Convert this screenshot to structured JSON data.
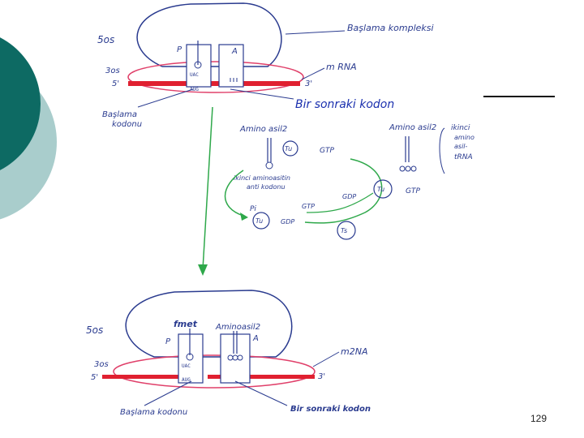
{
  "slide": {
    "page_number": "129",
    "overlay_label": "Bir sonraki kodon"
  },
  "colors": {
    "deco_dark": "#0d6a63",
    "deco_light": "#a9cdcc",
    "ink_blue": "#2a3b8f",
    "ink_red": "#e02030",
    "ink_pink": "#e0406a",
    "ink_green": "#2ea84a"
  },
  "top": {
    "label_50s": "5os",
    "label_30s": "3os",
    "label_5prime": "5'",
    "label_3prime": "3'",
    "site_p": "P",
    "site_a": "A",
    "anticodon": "UAC",
    "codon": "AUG",
    "complex_label": "Başlama kompleksi",
    "mrna_label": "m RNA",
    "start_codon_line1": "Başlama",
    "start_codon_line2": "kodonu"
  },
  "middle": {
    "aminoacyl_2_left": "Amino asil2",
    "aminoacyl_2_right": "Amino asil2",
    "second_aa_trna_line1": "ikinci",
    "second_aa_trna_line2": "amino",
    "second_aa_trna_line3": "asil-",
    "second_aa_trna_line4": "tRNA",
    "tu": "Tu",
    "ts": "Ts",
    "gtp": "GTP",
    "gdp": "GDP",
    "pi": "Pi",
    "second_aa_anticodon_line1": "ikinci aminoasitin",
    "second_aa_anticodon_line2": "anti kodonu"
  },
  "bottom": {
    "label_50s": "5os",
    "label_30s": "3os",
    "label_5prime": "5'",
    "label_3prime": "3'",
    "site_p": "P",
    "site_a": "A",
    "fmet": "fmet",
    "aminoacyl_2": "Aminoasil2",
    "anticodon": "UAC",
    "codon": "AUG",
    "mrna_label": "m2NA",
    "start_codon": "Başlama kodonu",
    "next_codon": "Bir sonraki kodon"
  }
}
